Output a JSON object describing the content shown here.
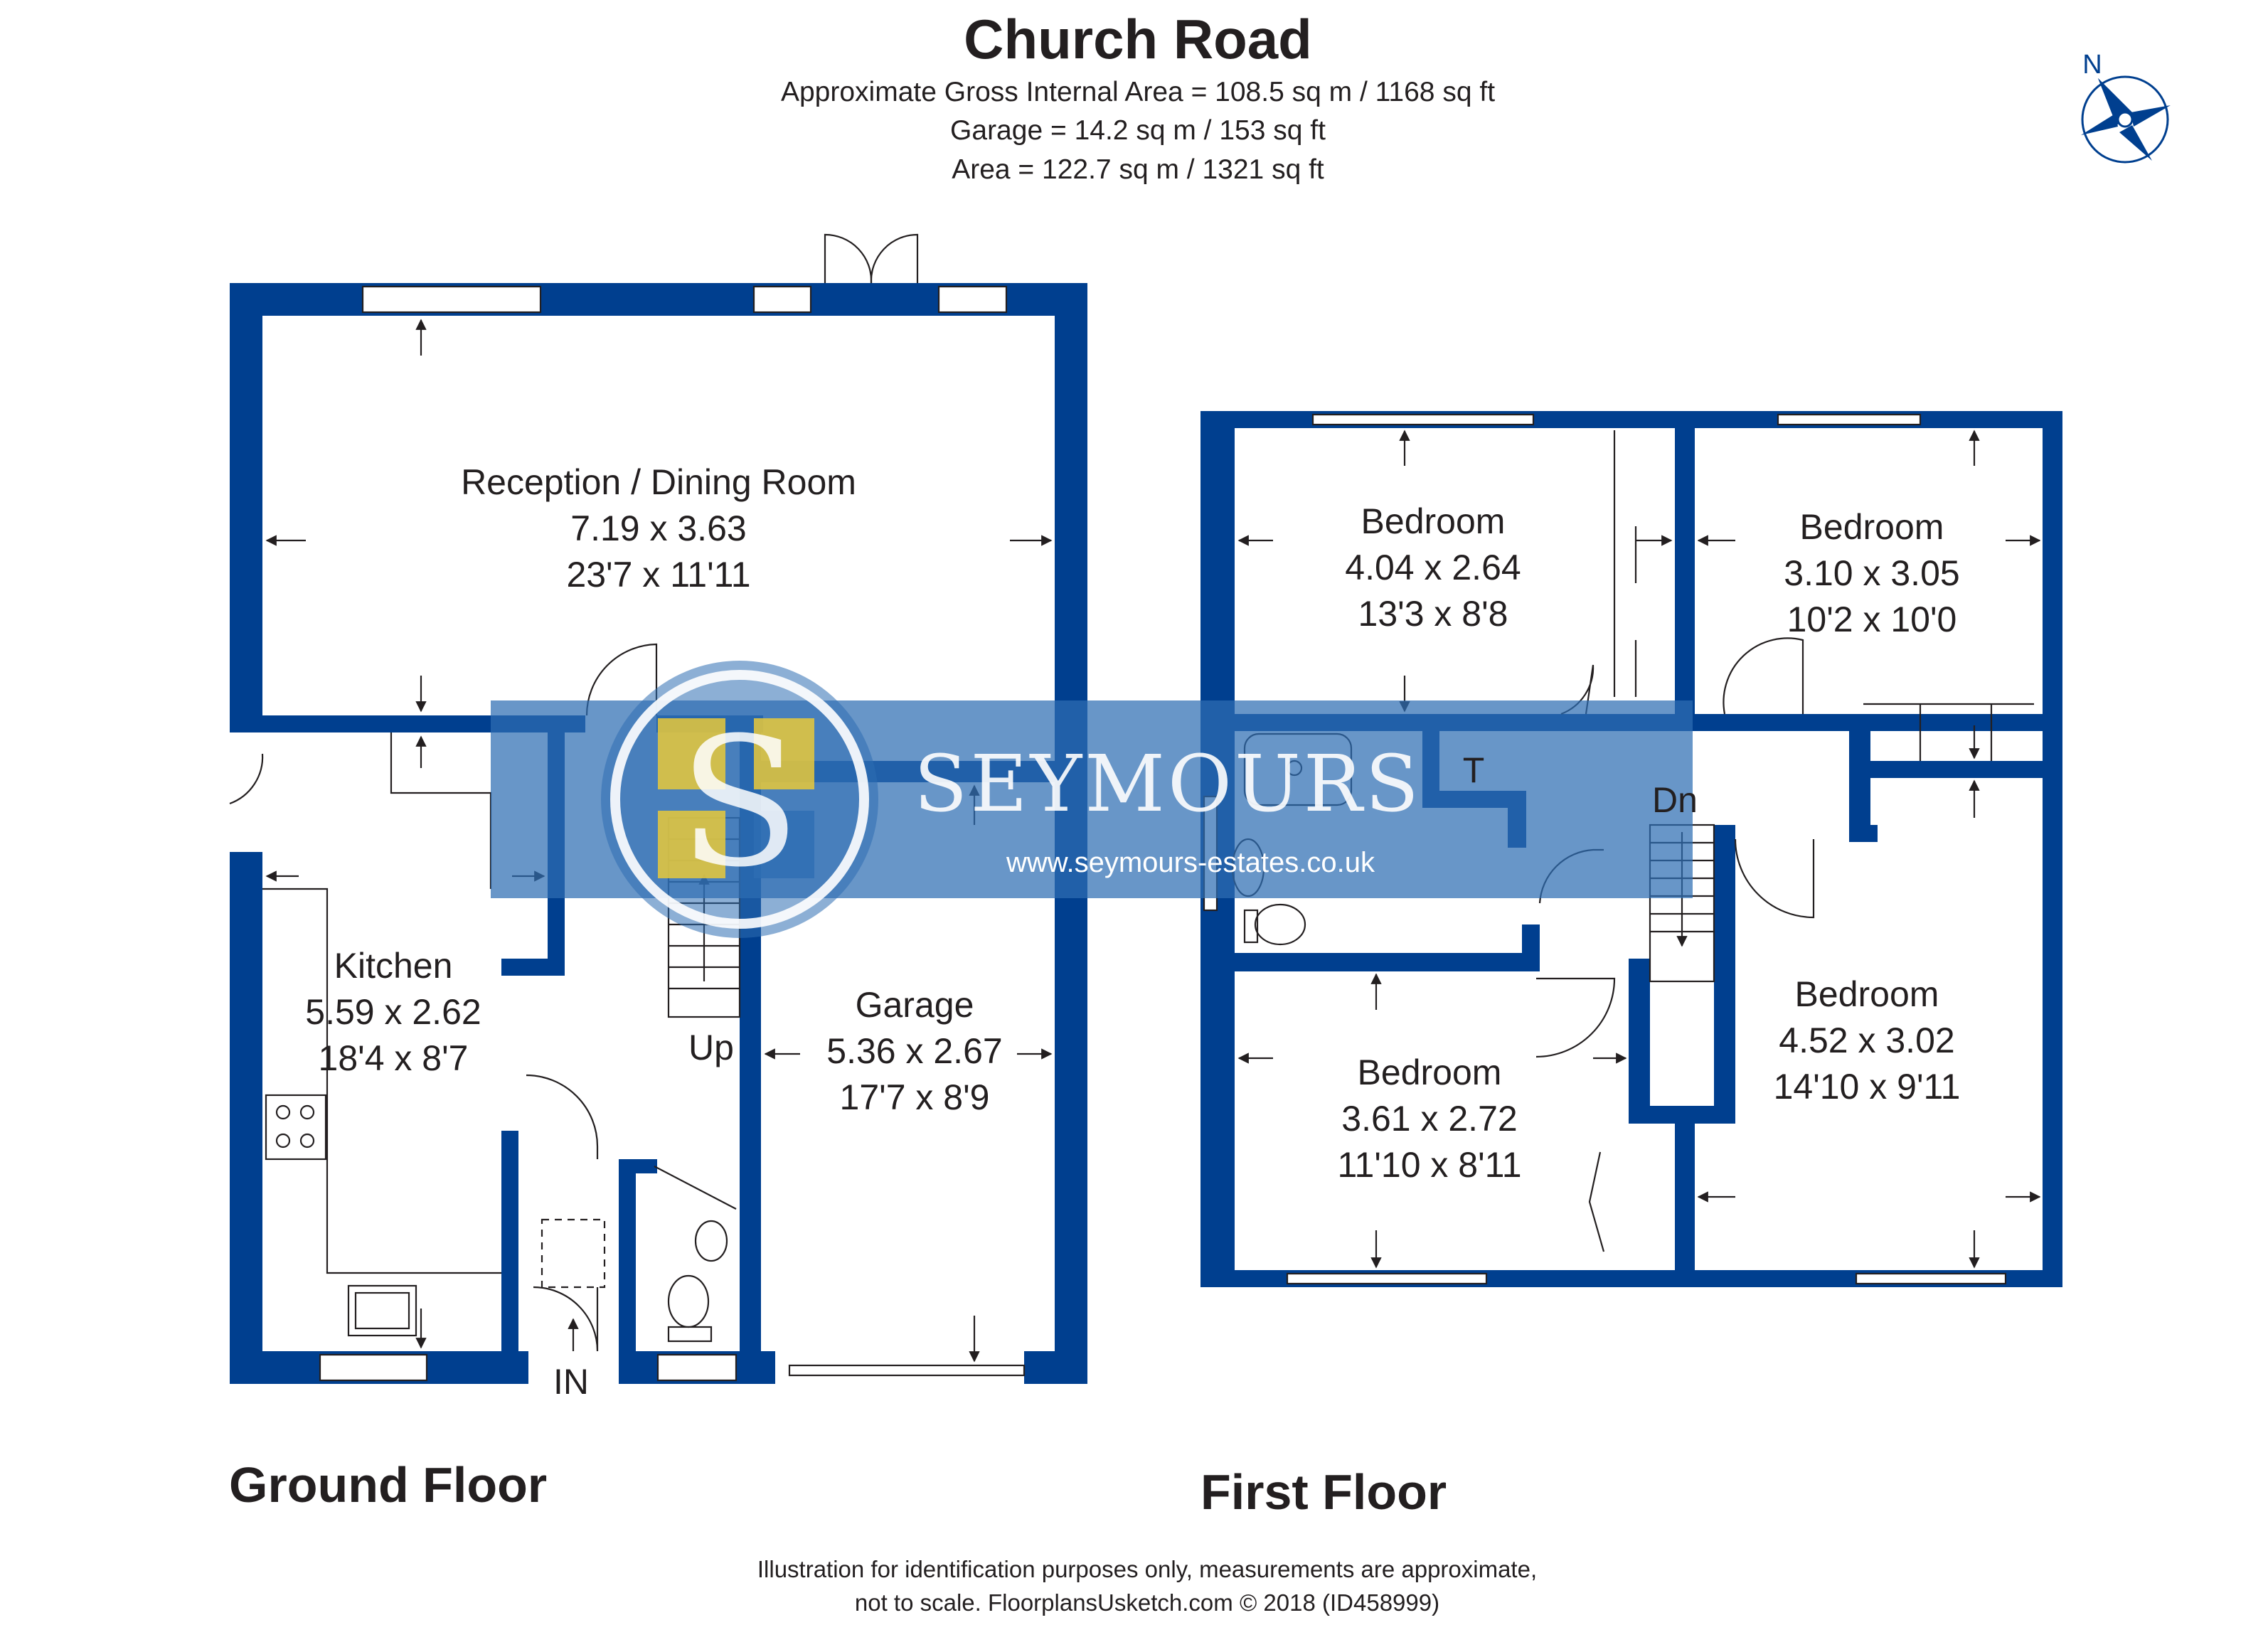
{
  "header": {
    "title": "Church Road",
    "gross_area": "Approximate Gross Internal Area = 108.5 sq m / 1168 sq ft",
    "garage_area": "Garage = 14.2 sq m / 153 sq ft",
    "total_area": "Area = 122.7 sq m / 1321 sq ft"
  },
  "compass": {
    "north_label": "N"
  },
  "colors": {
    "wall": "#003f8f",
    "watermark": "#2e6eb3",
    "logo_yellow": "#e9c93a"
  },
  "watermark": {
    "brand": "SEYMOURS",
    "url": "www.seymours-estates.co.uk",
    "monogram": "S"
  },
  "floors": {
    "ground": {
      "label": "Ground Floor",
      "reception": {
        "name": "Reception / Dining Room",
        "metric": "7.19 x 3.63",
        "imperial": "23'7 x 11'11"
      },
      "kitchen": {
        "name": "Kitchen",
        "metric": "5.59 x 2.62",
        "imperial": "18'4 x 8'7"
      },
      "garage": {
        "name": "Garage",
        "metric": "5.36 x 2.67",
        "imperial": "17'7 x 8'9"
      },
      "stairs_label": "Up",
      "entrance_label": "IN"
    },
    "first": {
      "label": "First Floor",
      "bedroom_a": {
        "name": "Bedroom",
        "metric": "4.04 x 2.64",
        "imperial": "13'3 x 8'8"
      },
      "bedroom_b": {
        "name": "Bedroom",
        "metric": "3.10 x 3.05",
        "imperial": "10'2 x 10'0"
      },
      "bedroom_c": {
        "name": "Bedroom",
        "metric": "3.61 x 2.72",
        "imperial": "11'10 x 8'11"
      },
      "bedroom_d": {
        "name": "Bedroom",
        "metric": "4.52 x 3.02",
        "imperial": "14'10 x 9'11"
      },
      "stairs_label": "Dn",
      "tank_label": "T"
    }
  },
  "footer": {
    "line1": "Illustration for identification purposes only, measurements are approximate,",
    "line2": "not to scale. FloorplansUsketch.com © 2018 (ID458999)"
  }
}
